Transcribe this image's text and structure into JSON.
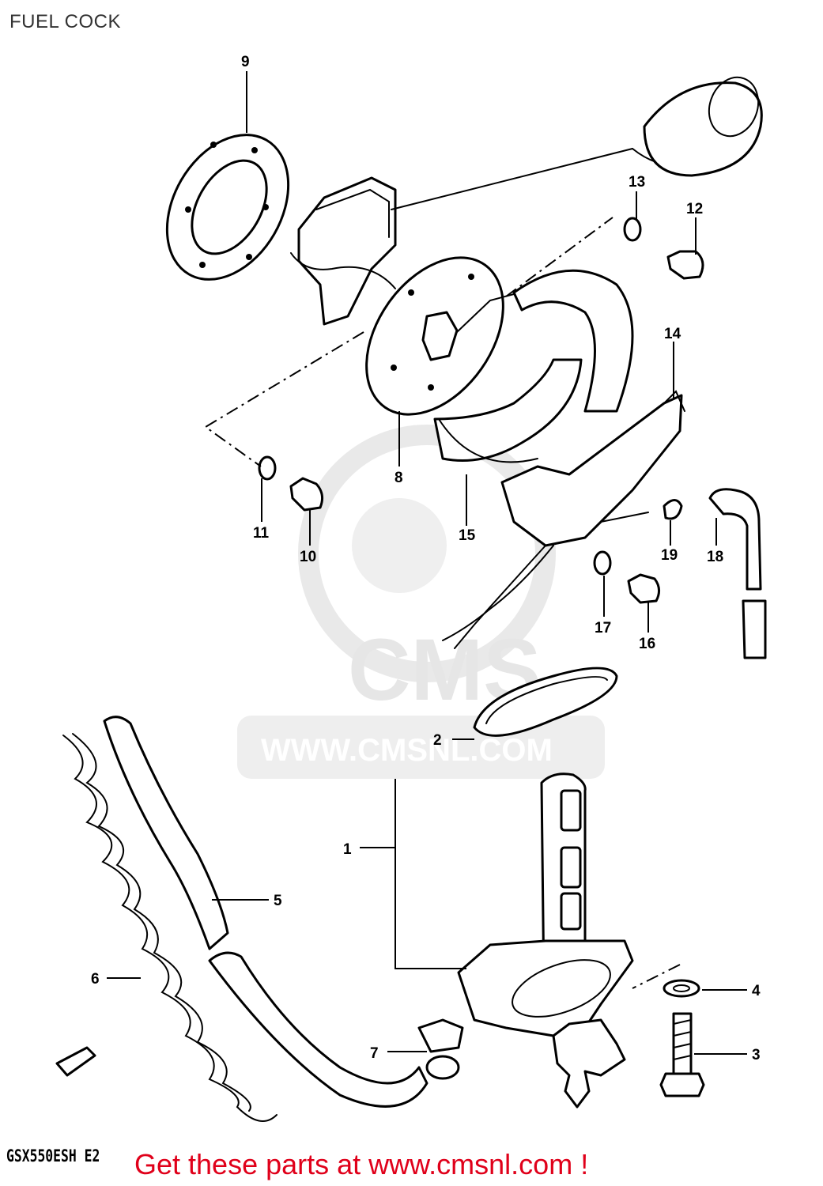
{
  "title": "FUEL COCK",
  "model_code": "GSX550ESH E2",
  "promo": "Get these parts at www.cmsnl.com !",
  "watermark": {
    "logo": "CMS",
    "url": "WWW.CMSNL.COM"
  },
  "callouts": {
    "c1": "1",
    "c2": "2",
    "c3": "3",
    "c4": "4",
    "c5": "5",
    "c6": "6",
    "c7": "7",
    "c8": "8",
    "c9": "9",
    "c10": "10",
    "c11": "11",
    "c12": "12",
    "c13": "13",
    "c14": "14",
    "c15": "15",
    "c16": "16",
    "c17": "17",
    "c18": "18",
    "c19": "19"
  },
  "colors": {
    "promo": "#e0001a",
    "line": "#000000",
    "watermark": "#e6e6e6"
  }
}
